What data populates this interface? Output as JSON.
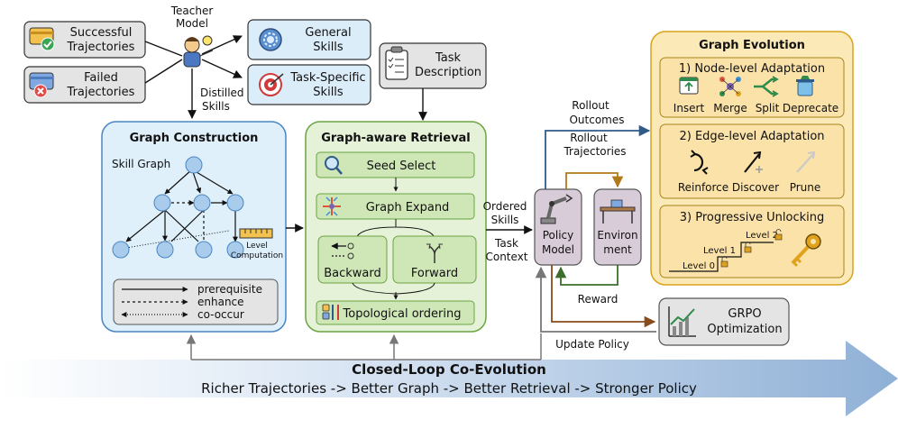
{
  "trajectories": {
    "successful": [
      "Successful",
      "Trajectories"
    ],
    "failed": [
      "Failed",
      "Trajectories"
    ]
  },
  "teacher": [
    "Teacher",
    "Model"
  ],
  "skills": {
    "general": [
      "General",
      "Skills"
    ],
    "task_specific": [
      "Task-Specific",
      "Skills"
    ],
    "distilled": [
      "Distilled",
      "Skills"
    ]
  },
  "task_description": [
    "Task",
    "Description"
  ],
  "graph_construction": {
    "title": "Graph Construction",
    "skill_graph": "Skill Graph",
    "level_computation": [
      "Level",
      "Computation"
    ],
    "legend": [
      "prerequisite",
      "enhance",
      "co-occur"
    ]
  },
  "graph_retrieval": {
    "title": "Graph-aware Retrieval",
    "seed_select": "Seed Select",
    "graph_expand": "Graph Expand",
    "backward": "Backward",
    "forward": "Forward",
    "topological": "Topological ordering"
  },
  "labels": {
    "ordered_skills": [
      "Ordered",
      "Skills"
    ],
    "task_context": [
      "Task",
      "Context"
    ],
    "rollout_trajectories": [
      "Rollout",
      "Trajectories"
    ],
    "rollout_outcomes": [
      "Rollout",
      "Outcomes"
    ],
    "reward": "Reward",
    "update_policy": "Update Policy"
  },
  "policy_model": [
    "Policy",
    "Model"
  ],
  "environment": [
    "Environ",
    "ment"
  ],
  "grpo": [
    "GRPO",
    "Optimization"
  ],
  "graph_evolution": {
    "title": "Graph Evolution",
    "node_level": {
      "title": "1) Node-level Adaptation",
      "ops": [
        "Insert",
        "Merge",
        "Split",
        "Deprecate"
      ]
    },
    "edge_level": {
      "title": "2) Edge-level Adaptation",
      "ops": [
        "Reinforce",
        "Discover",
        "Prune"
      ]
    },
    "progressive": {
      "title": "3) Progressive Unlocking",
      "levels": [
        "Level 2",
        "Level 1",
        "Level 0"
      ]
    }
  },
  "banner": {
    "title": "Closed-Loop Co-Evolution",
    "subtitle": "Richer Trajectories -> Better Graph -> Better Retrieval -> Stronger Policy"
  },
  "colors": {
    "skill_box": "#dcedfa",
    "construction_bg": "#dff0fb",
    "retrieval_bg": "#e6f2d8",
    "evolution_bg": "#fbe9b7",
    "gray_box": "#e4e4e4",
    "policy_box": "#d9ccd9",
    "node_fill": "#a9ccec",
    "arrow_blue": "#2f5b8a",
    "arrow_orange": "#b07a1a",
    "arrow_brown": "#8a4b1a",
    "arrow_green": "#3b6e2a",
    "banner_dark": "#7fa4cf"
  }
}
